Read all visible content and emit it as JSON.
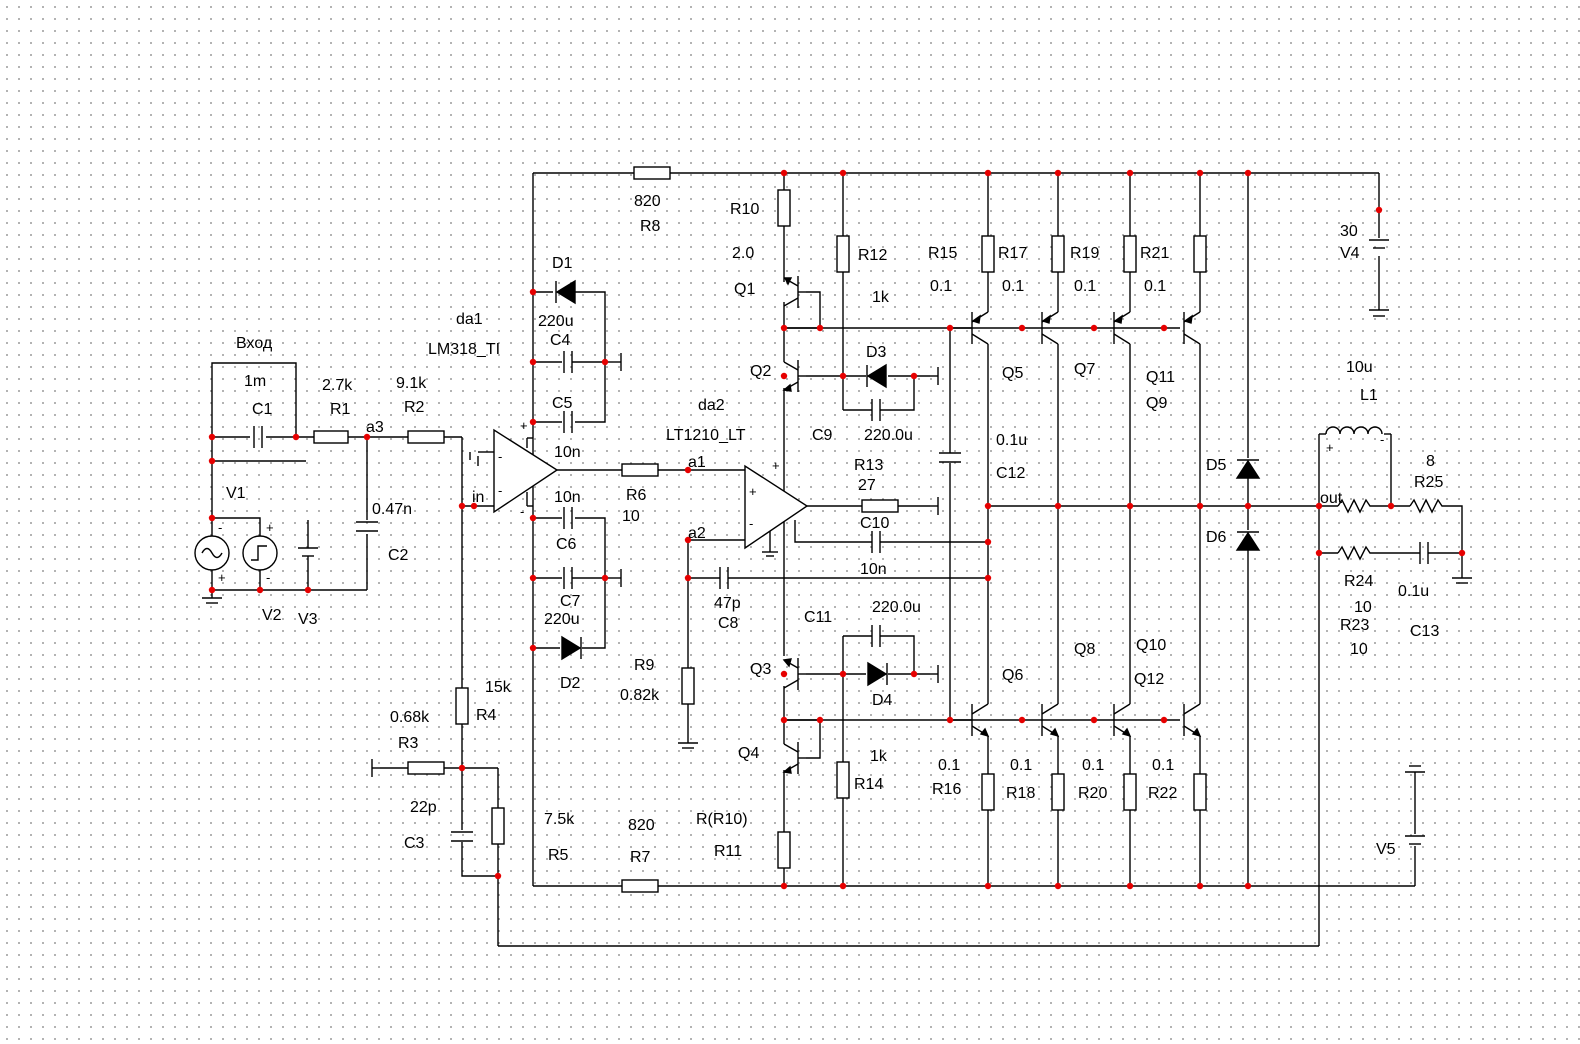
{
  "input": {
    "title": "Вход",
    "c1_value": "1m",
    "c1_name": "C1",
    "v1": "V1",
    "v2": "V2",
    "v3": "V3"
  },
  "resistors": {
    "R1": {
      "name": "R1",
      "value": "2.7k"
    },
    "R2": {
      "name": "R2",
      "value": "9.1k"
    },
    "R3": {
      "name": "R3",
      "value": "0.68k"
    },
    "R4": {
      "name": "R4",
      "value": "15k"
    },
    "R5": {
      "name": "R5",
      "value": "7.5k"
    },
    "R6": {
      "name": "R6",
      "value": "10"
    },
    "R7": {
      "name": "R7",
      "value": "820"
    },
    "R8": {
      "name": "R8",
      "value": "820"
    },
    "R9": {
      "name": "R9",
      "value": "0.82k"
    },
    "R10": {
      "name": "R10",
      "value": "2.0"
    },
    "R11": {
      "name": "R11",
      "value": "R(R10)"
    },
    "R12": {
      "name": "R12",
      "value": "1k"
    },
    "R13": {
      "name": "R13",
      "value": "27"
    },
    "R14": {
      "name": "R14",
      "value": "1k"
    },
    "R15": {
      "name": "R15",
      "value": "0.1"
    },
    "R16": {
      "name": "R16",
      "value": "0.1"
    },
    "R17": {
      "name": "R17",
      "value": "0.1"
    },
    "R18": {
      "name": "R18",
      "value": "0.1"
    },
    "R19": {
      "name": "R19",
      "value": "0.1"
    },
    "R20": {
      "name": "R20",
      "value": "0.1"
    },
    "R21": {
      "name": "R21",
      "value": "0.1"
    },
    "R22": {
      "name": "R22",
      "value": "0.1"
    },
    "R23": {
      "name": "R23",
      "value": "10"
    },
    "R24": {
      "name": "R24",
      "value": "10"
    },
    "R25": {
      "name": "R25",
      "value": "8"
    }
  },
  "capacitors": {
    "C2": {
      "name": "C2",
      "value": "0.47n"
    },
    "C3": {
      "name": "C3",
      "value": "22p"
    },
    "C4": {
      "name": "C4",
      "value": "220u"
    },
    "C5": {
      "name": "C5",
      "value": "10n"
    },
    "C6": {
      "name": "C6",
      "value": "10n"
    },
    "C7": {
      "name": "C7",
      "value": "220u"
    },
    "C8": {
      "name": "C8",
      "value": "47p"
    },
    "C9": {
      "name": "C9",
      "value": "220.0u"
    },
    "C10": {
      "name": "C10",
      "value": "10n"
    },
    "C11": {
      "name": "C11",
      "value": "220.0u"
    },
    "C12": {
      "name": "C12",
      "value": "0.1u"
    },
    "C13": {
      "name": "C13",
      "value": "0.1u"
    }
  },
  "diodes": [
    "D1",
    "D2",
    "D3",
    "D4",
    "D5",
    "D6"
  ],
  "transistors": [
    "Q1",
    "Q2",
    "Q3",
    "Q4",
    "Q5",
    "Q6",
    "Q7",
    "Q8",
    "Q9",
    "Q10",
    "Q11",
    "Q12"
  ],
  "opamps": {
    "da1": {
      "name": "da1",
      "model": "LM318_TI"
    },
    "da2": {
      "name": "da2",
      "model": "LT1210_LT"
    }
  },
  "nets": {
    "in": "in",
    "a1": "a1",
    "a2": "a2",
    "a3": "a3",
    "out": "out"
  },
  "inductor": {
    "name": "L1",
    "value": "10u"
  },
  "supplies": {
    "V4": {
      "name": "V4",
      "value": "30"
    },
    "V5": {
      "name": "V5"
    }
  }
}
